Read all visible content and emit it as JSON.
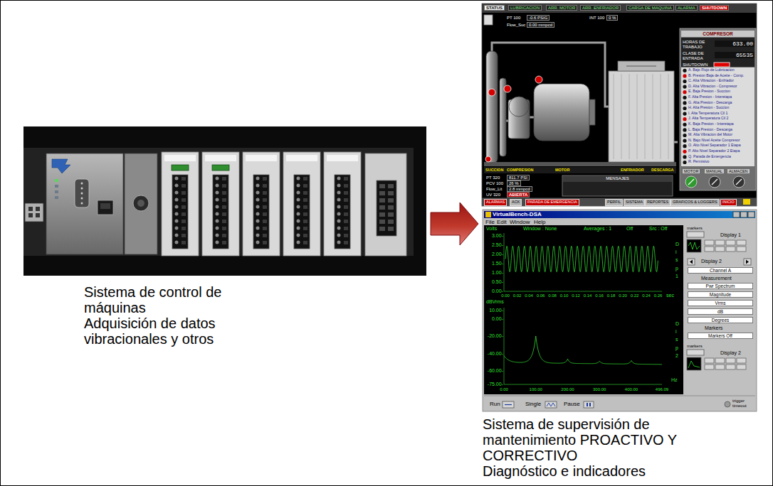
{
  "diagram": {
    "nodes": [
      {
        "text": [
          "Sistema de control de máquinas",
          "Adquisición de datos vibracionales y otros"
        ]
      },
      {
        "text": [
          "Sistema de supervisión de mantenimiento PROACTIVO Y CORRECTIVO",
          "Diagnóstico e indicadores"
        ]
      }
    ],
    "edges": [
      {
        "from": 0,
        "to": 1,
        "arrow": "to"
      }
    ],
    "labels": [
      "STATUS",
      "LUBRICACION",
      "ARR. MOTOR",
      "ARR. ENFRIADOR",
      "CARGA DE MAQUINA",
      "ALARMA",
      "SHUTDOWN",
      "PT 100",
      "-0.6 PSIG",
      "Flow_Suc",
      "0.00 mmpcd",
      "INT 100",
      "0 %",
      "COMPRESOR",
      "HORAS DE TRABAJO",
      "633.00",
      "CLASE DE ENTRADA",
      "65535",
      "SHUTDOWN",
      "A. Bajo Flujo de Lubricacion",
      "B. Presion Baja de Aceite - Comp.",
      "C. Alta Vibracion - Enfriador",
      "D. Alta Vibracion - Compresor",
      "E. Baja Presion - Succion",
      "F. Alta Presion - Interetapa",
      "G. Alta Presion - Descarga",
      "H. Alta Presion - Succion",
      "I. Alta Temperatura Cil 1",
      "J. Alta Temperatura Cil 2",
      "K. Baja Presion - Interetapa",
      "L. Baja Presion - Descarga",
      "M. Alta Vibracion del Motor",
      "N. Bajo Nivel Aceite Compresor",
      "O. Alto Nivel Separador 1 Etapa",
      "P. Alto Nivel Separador 2 Etapa",
      "Q. Parada de Emergencia",
      "R. Permisivo",
      "MOTOR",
      "MANUAL",
      "ALMACEN",
      "SUCCION",
      "COMPRESION",
      "MOTOR",
      "ENFRIADOR",
      "DESCARGA",
      "PT 320",
      "811.7 PSI",
      "PCV 100",
      "26 %",
      "Flow_Lit",
      "2.8 mmpcd",
      "UV 320",
      "ABIERTA",
      "MENSAJES",
      "ALARMAS",
      "ACK",
      "PARADA DE EMERGENCIA",
      "PERFIL",
      "SISTEMA",
      "REPORTES",
      "GRAFICOS & LOGGERS",
      "INICIO",
      "VirtualBench-DSA",
      "File",
      "Edit",
      "Window",
      "Help",
      "Volts",
      "Window : None",
      "Averages : 1",
      "Off",
      "Src : Off",
      "3.00-",
      "2.50-",
      "2.00-",
      "1.50-",
      "1.00-",
      "0.50-",
      "0.00-",
      "0.00",
      "0.02",
      "0.04",
      "0.06",
      "0.08",
      "0.10",
      "0.12",
      "0.14",
      "0.16",
      "0.18",
      "0.20",
      "0.22",
      "0.24",
      "0.26",
      "sec",
      "dBVrms",
      "10.00-",
      "0.00-",
      "-20.00-",
      "-40.00-",
      "-60.00-",
      "-75.00-",
      "0.00",
      "100.00",
      "200.00",
      "300.00",
      "400.00",
      "496.09",
      "Hz",
      "Disp 1",
      "Disp 2",
      "markers",
      "Display 1",
      "Display 2",
      "Channel A",
      "Measurement",
      "Pwr Spectrum",
      "Magnitude",
      "Vrms",
      "dB",
      "Degrees",
      "Markers",
      "Markers Off",
      "markers",
      "Display 2",
      "Run",
      "Single",
      "Pause",
      "trigger timeout"
    ]
  }
}
